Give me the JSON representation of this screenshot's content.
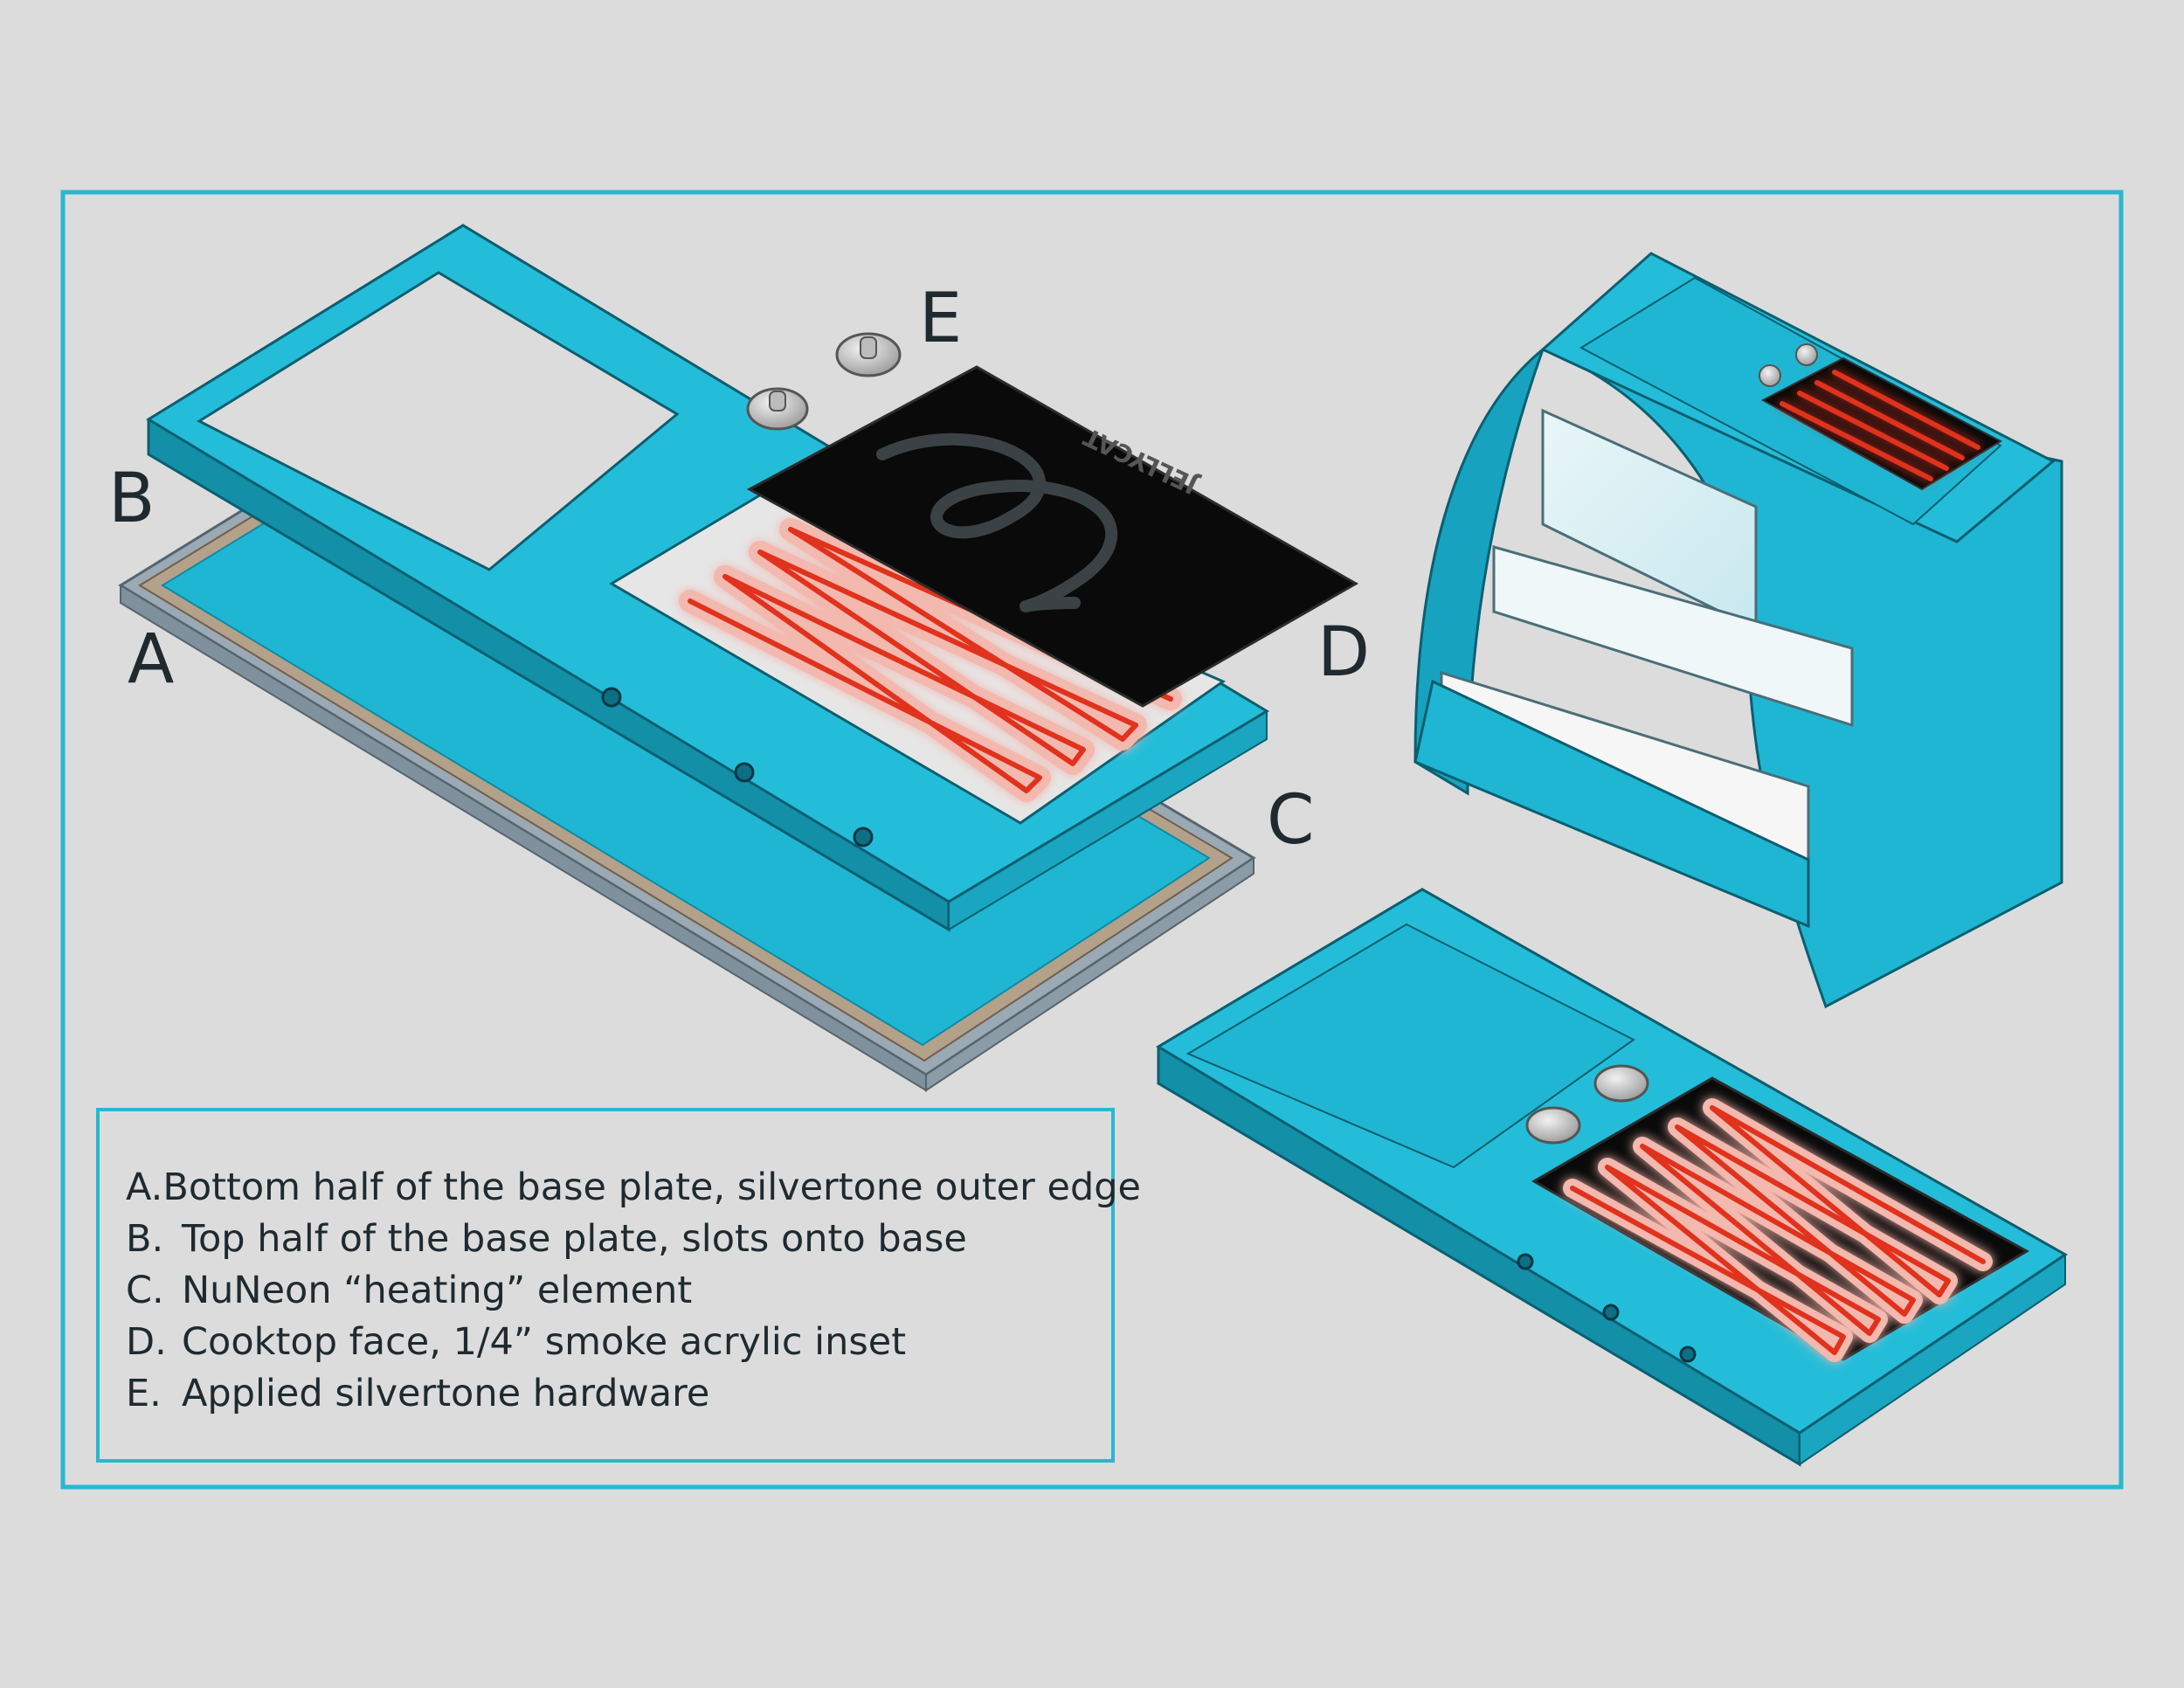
{
  "callouts": {
    "a": "A",
    "b": "B",
    "c": "C",
    "d": "D",
    "e": "E"
  },
  "legend": [
    {
      "letter": "A.",
      "text": "Bottom half of the base plate, silvertone outer edge"
    },
    {
      "letter": "B.",
      "text": "Top half of the base plate, slots onto base"
    },
    {
      "letter": "C.",
      "text": "NuNeon “heating” element"
    },
    {
      "letter": "D.",
      "text": "Cooktop face, 1/4” smoke acrylic inset"
    },
    {
      "letter": "E.",
      "text": "Applied silvertone hardware"
    }
  ],
  "colors": {
    "background": "#dcdcdc",
    "frame": "#26b8cf",
    "turquoise": "#1fb6d3",
    "turquoise_dark": "#0f8aa3",
    "smoke_acrylic": "#0a0a0a",
    "neon_red": "#e0301e",
    "tan": "#b4a18a"
  },
  "icons": [
    "silvertone-knob-icon",
    "neon-coil-icon"
  ]
}
